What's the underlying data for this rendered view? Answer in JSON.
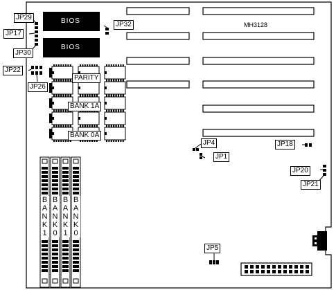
{
  "board": {
    "model": "MH3128",
    "bios_labels": [
      "BIOS",
      "BIOS"
    ],
    "parity_label": "PARITY",
    "bank1a_label": "BANK 1A",
    "bank0a_label": "BANK 0A",
    "simm_bank_labels": [
      "BANK1",
      "BANK0",
      "BANK1",
      "BANK0"
    ]
  },
  "jumpers": {
    "jp29": "JP29",
    "jp17": "JP17",
    "jp30": "JP30",
    "jp32": "JP32",
    "jp22": "JP22",
    "jp26": "JP26",
    "jp4": "JP4",
    "jp1": "JP1",
    "jp18": "JP18",
    "jp20": "JP20",
    "jp21": "JP21",
    "jp5": "JP5"
  }
}
